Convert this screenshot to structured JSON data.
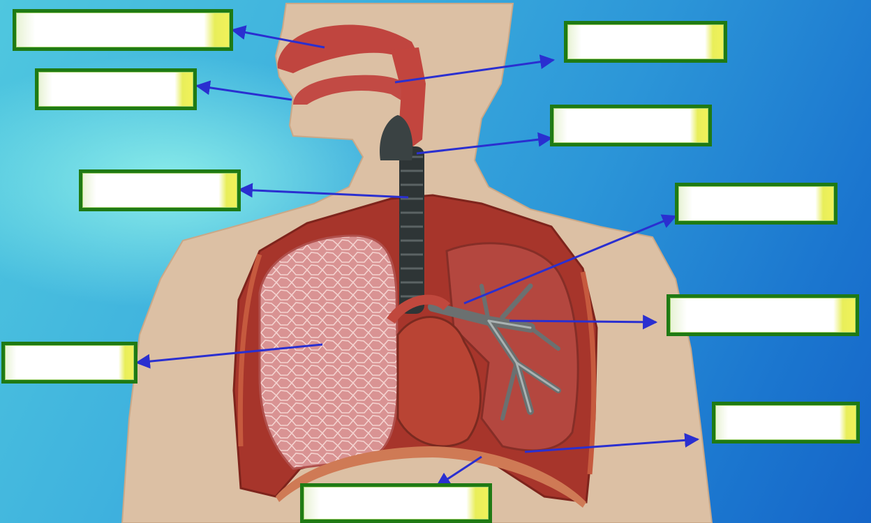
{
  "diagram": {
    "label_boxes": [
      {
        "id": "nasal-cavity",
        "text": ""
      },
      {
        "id": "oral-cavity",
        "text": ""
      },
      {
        "id": "pharynx",
        "text": ""
      },
      {
        "id": "larynx",
        "text": ""
      },
      {
        "id": "trachea",
        "text": ""
      },
      {
        "id": "bronchus",
        "text": ""
      },
      {
        "id": "bronchioles",
        "text": ""
      },
      {
        "id": "lung",
        "text": ""
      },
      {
        "id": "diaphragm",
        "text": ""
      },
      {
        "id": "diaphragm-muscle",
        "text": ""
      }
    ]
  },
  "colors": {
    "background_top": "#4fc7df",
    "background_bottom": "#1565c8",
    "skin": "#dcc0a4",
    "tissue_red": "#b8382e",
    "lung_pink": "#d99090",
    "trachea_dark": "#2e3536",
    "arrow_blue": "#2a2fd0",
    "label_border": "#1f7a14"
  }
}
